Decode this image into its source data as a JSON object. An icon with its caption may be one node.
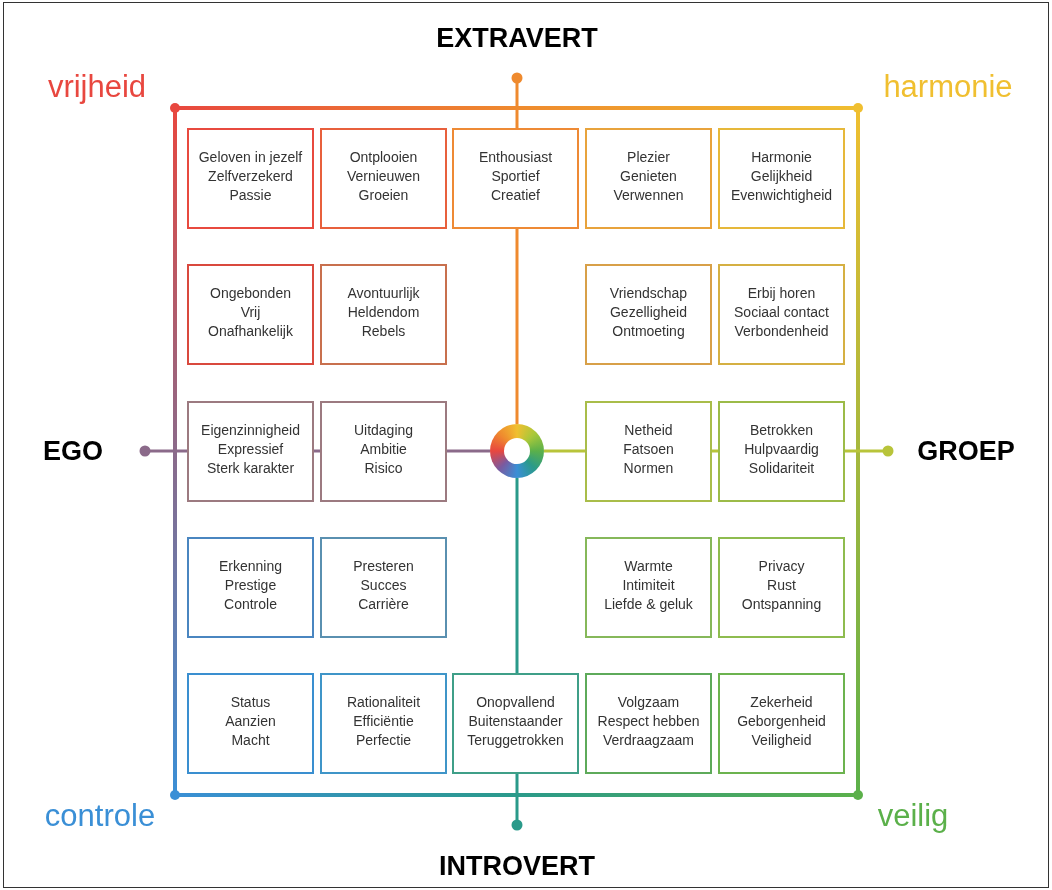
{
  "diagram": {
    "nodes": [
      {
        "text": [
          "Geloven in jezelf",
          "Zelfverzekerd",
          "Passie"
        ]
      },
      {
        "text": [
          "Ontplooien",
          "Vernieuwen",
          "Groeien"
        ]
      },
      {
        "text": [
          "Enthousiast",
          "Sportief",
          "Creatief"
        ]
      },
      {
        "text": [
          "Plezier",
          "Genieten",
          "Verwennen"
        ]
      },
      {
        "text": [
          "Harmonie",
          "Gelijkheid",
          "Evenwichtigheid"
        ]
      },
      {
        "text": [
          "Ongebonden",
          "Vrij",
          "Onafhankelijk"
        ]
      },
      {
        "text": [
          "Avontuurlijk",
          "Heldendom",
          "Rebels"
        ]
      },
      {
        "text": [
          "Vriendschap",
          "Gezelligheid",
          "Ontmoeting"
        ]
      },
      {
        "text": [
          "Erbij horen",
          "Sociaal contact",
          "Verbondenheid"
        ]
      },
      {
        "text": [
          "Eigenzinnigheid",
          "Expressief",
          "Sterk karakter"
        ]
      },
      {
        "text": [
          "Uitdaging",
          "Ambitie",
          "Risico"
        ]
      },
      {
        "text": [
          "Netheid",
          "Fatsoen",
          "Normen"
        ]
      },
      {
        "text": [
          "Betrokken",
          "Hulpvaardig",
          "Solidariteit"
        ]
      },
      {
        "text": [
          "Erkenning",
          "Prestige",
          "Controle"
        ]
      },
      {
        "text": [
          "Presteren",
          "Succes",
          "Carrière"
        ]
      },
      {
        "text": [
          "Warmte",
          "Intimiteit",
          "Liefde & geluk"
        ]
      },
      {
        "text": [
          "Privacy",
          "Rust",
          "Ontspanning"
        ]
      },
      {
        "text": [
          "Status",
          "Aanzien",
          "Macht"
        ]
      },
      {
        "text": [
          "Rationaliteit",
          "Efficiëntie",
          "Perfectie"
        ]
      },
      {
        "text": [
          "Onopvallend",
          "Buitenstaander",
          "Teruggetrokken"
        ]
      },
      {
        "text": [
          "Volgzaam",
          "Respect hebben",
          "Verdraagzaam"
        ]
      },
      {
        "text": [
          "Zekerheid",
          "Geborgenheid",
          "Veiligheid"
        ]
      }
    ],
    "labels": [
      "EXTRAVERT",
      "vrijheid",
      "harmonie",
      "EGO",
      "GROEP",
      "controle",
      "veilig",
      "INTROVERT"
    ]
  }
}
